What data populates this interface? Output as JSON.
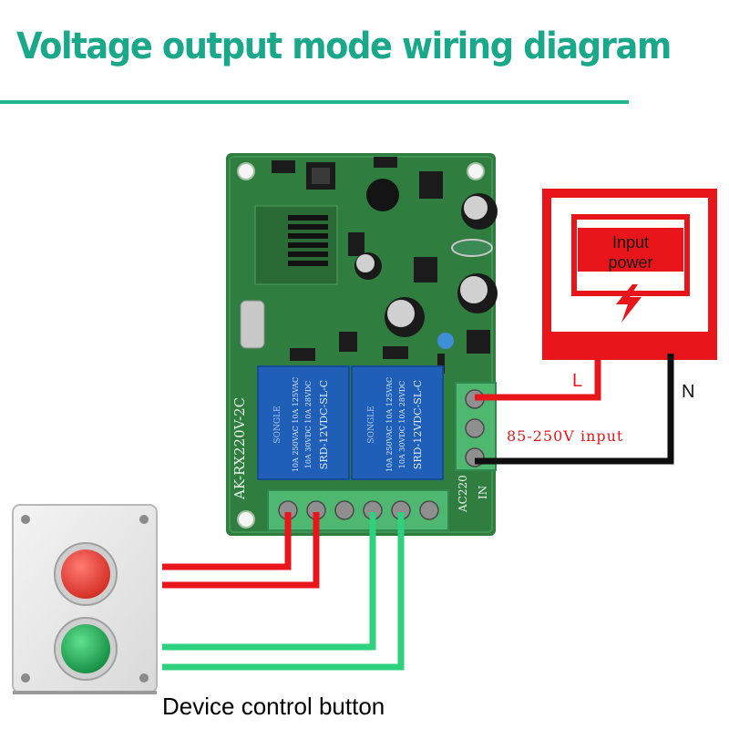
{
  "title": "Voltage output mode wiring diagram",
  "colors": {
    "title": "#1aa88a",
    "rule": "#1fb592",
    "pcb": "#2f7d3f",
    "relay": "#1f5fb8",
    "wire_red": "#e8161b",
    "wire_black": "#0d0d0d",
    "wire_green": "#2ed17e",
    "supply": "#e8161b",
    "button_red": "#e23a2e",
    "button_green": "#1fa54f"
  },
  "board": {
    "model": "AK-RX220V-2C",
    "relay_brand": "SONGLE",
    "relay_specs": [
      "10A 250VAC 10A 125VAC",
      "10A 30VDC 10A 28VDC",
      "SRD-12VDC-SL-C"
    ],
    "input_terminal_label": "AC220",
    "input_label": "IN"
  },
  "power_source": {
    "label_line1": "Input",
    "label_line2": "power",
    "icon": "lightning-bolt-icon"
  },
  "wires": {
    "live_label": "L",
    "neutral_label": "N",
    "voltage_range": "85-250V input"
  },
  "control_box": {
    "icons": [
      "red-push-button-icon",
      "green-push-button-icon"
    ],
    "caption": "Device control button"
  }
}
